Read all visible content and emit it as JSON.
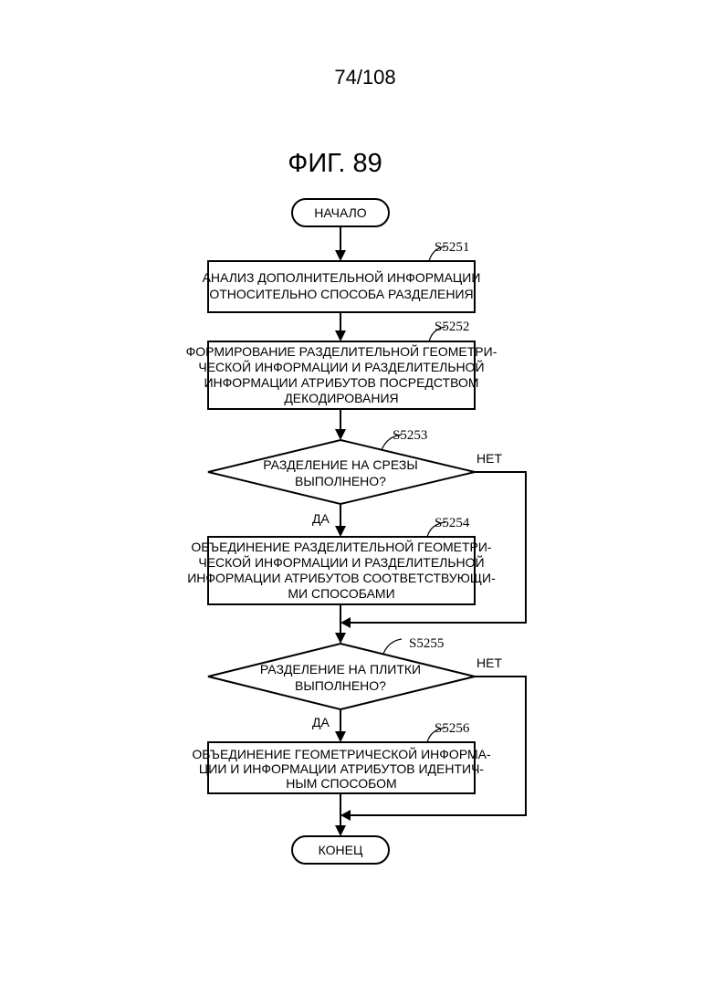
{
  "page_number": "74/108",
  "figure_title": "ФИГ. 89",
  "start": {
    "label": "НАЧАЛО"
  },
  "end": {
    "label": "КОНЕЦ"
  },
  "steps": [
    {
      "id": "S5251",
      "lines": [
        "АНАЛИЗ ДОПОЛНИТЕЛЬНОЙ ИНФОРМАЦИИ",
        "ОТНОСИТЕЛЬНО СПОСОБА РАЗДЕЛЕНИЯ"
      ]
    },
    {
      "id": "S5252",
      "lines": [
        "ФОРМИРОВАНИЕ РАЗДЕЛИТЕЛЬНОЙ ГЕОМЕТРИ-",
        "ЧЕСКОЙ ИНФОРМАЦИИ И РАЗДЕЛИТЕЛЬНОЙ",
        "ИНФОРМАЦИИ АТРИБУТОВ ПОСРЕДСТВОМ",
        "ДЕКОДИРОВАНИЯ"
      ]
    },
    {
      "id": "S5253",
      "lines": [
        "РАЗДЕЛЕНИЕ НА СРЕЗЫ",
        "ВЫПОЛНЕНО?"
      ],
      "yes": "ДА",
      "no": "НЕТ"
    },
    {
      "id": "S5254",
      "lines": [
        "ОБЪЕДИНЕНИЕ РАЗДЕЛИТЕЛЬНОЙ ГЕОМЕТРИ-",
        "ЧЕСКОЙ ИНФОРМАЦИИ И РАЗДЕЛИТЕЛЬНОЙ",
        "ИНФОРМАЦИИ АТРИБУТОВ СООТВЕТСТВУЮЩИ-",
        "МИ СПОСОБАМИ"
      ]
    },
    {
      "id": "S5255",
      "lines": [
        "РАЗДЕЛЕНИЕ НА ПЛИТКИ",
        "ВЫПОЛНЕНО?"
      ],
      "yes": "ДА",
      "no": "НЕТ"
    },
    {
      "id": "S5256",
      "lines": [
        "ОБЪЕДИНЕНИЕ ГЕОМЕТРИЧЕСКОЙ ИНФОРМА-",
        "ЦИИ И ИНФОРМАЦИИ АТРИБУТОВ ИДЕНТИЧ-",
        "НЫМ СПОСОБОМ"
      ]
    }
  ]
}
